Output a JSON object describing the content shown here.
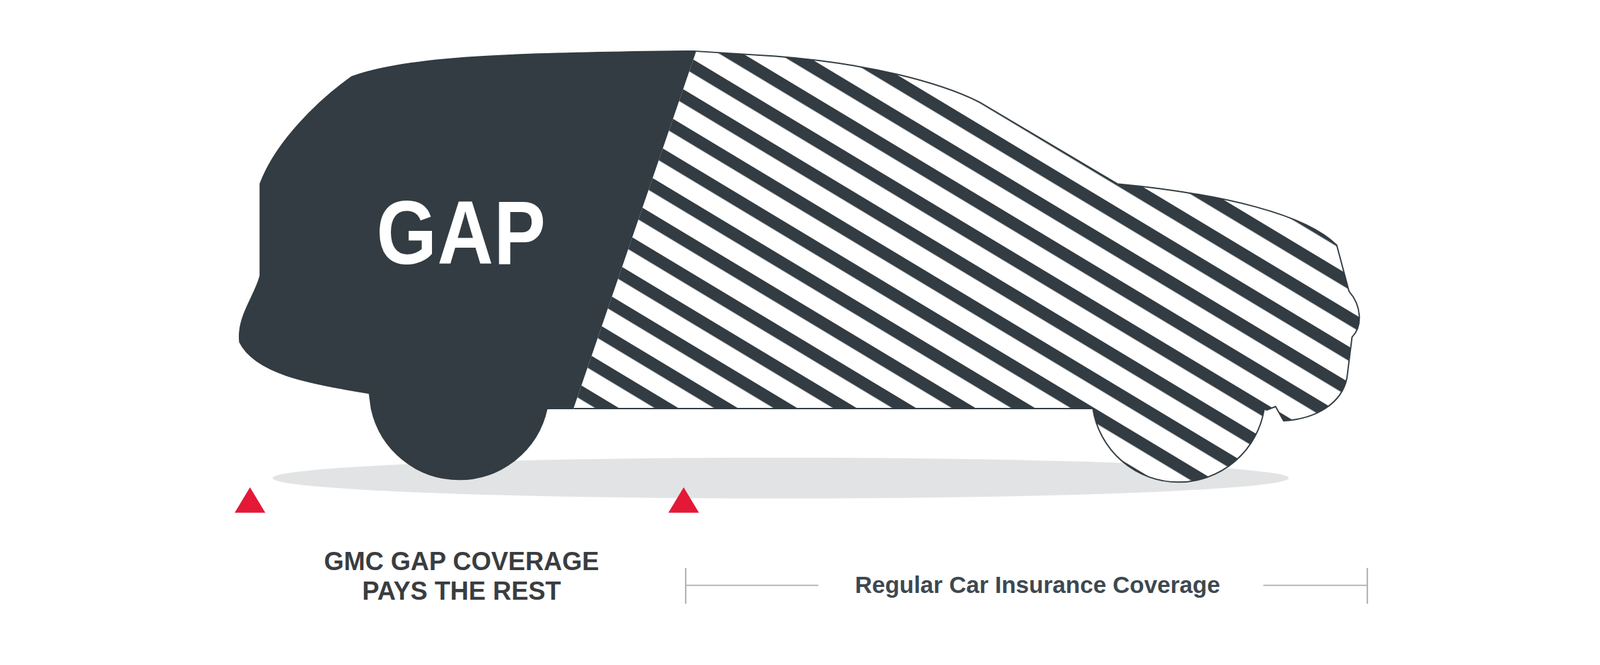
{
  "diagram": {
    "nodes": [
      {
        "text": [
          "GAP"
        ]
      }
    ],
    "labels": [
      "GMC GAP COVERAGE PAYS THE REST",
      "Regular Car Insurance Coverage"
    ]
  }
}
